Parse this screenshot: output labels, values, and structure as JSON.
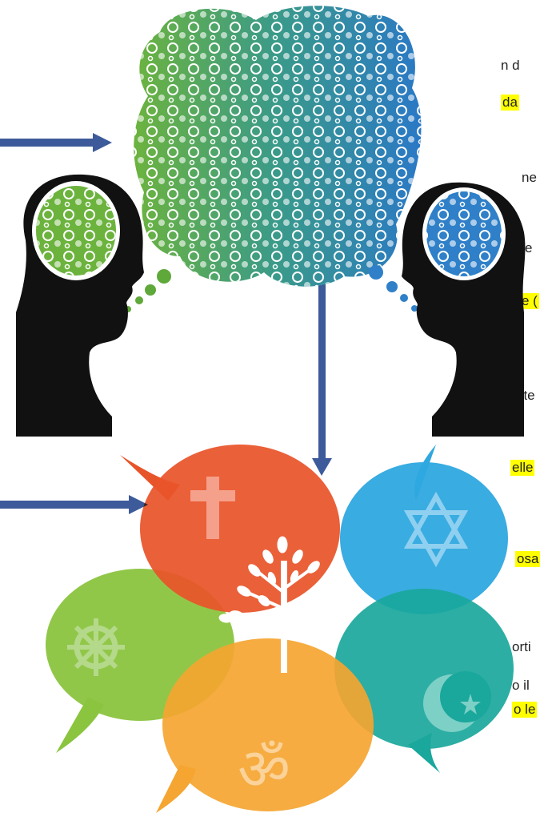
{
  "text_fragments": [
    {
      "id": "f1",
      "text": "n d",
      "highlight": false
    },
    {
      "id": "f2",
      "text": "da",
      "highlight": true
    },
    {
      "id": "f3",
      "text": "ne",
      "highlight": false
    },
    {
      "id": "f4",
      "text": "e",
      "highlight": false
    },
    {
      "id": "f5",
      "text": "e (",
      "highlight": true
    },
    {
      "id": "f6",
      "text": "nte",
      "highlight": false
    },
    {
      "id": "f7",
      "text": "elle",
      "highlight": true
    },
    {
      "id": "f8",
      "text": "osa",
      "highlight": true
    },
    {
      "id": "f9",
      "text": "orti",
      "highlight": false
    },
    {
      "id": "f10",
      "text": "o il",
      "highlight": false
    },
    {
      "id": "f11",
      "text": "o le",
      "highlight": true
    }
  ],
  "colors": {
    "arrow": "#3d5a9a",
    "green": "#5fa83a",
    "blue": "#2f80c8",
    "silhouette": "#111111",
    "bubble_orange_red": "#e8542a",
    "bubble_blue": "#2ea8df",
    "bubble_green": "#8bc43f",
    "bubble_teal": "#1aa79c",
    "bubble_orange": "#f5a531",
    "highlight": "#ffff00"
  },
  "icons": [
    "cross-icon",
    "star-of-david-icon",
    "dharma-wheel-icon",
    "crescent-star-icon",
    "om-icon",
    "tree-icon"
  ]
}
